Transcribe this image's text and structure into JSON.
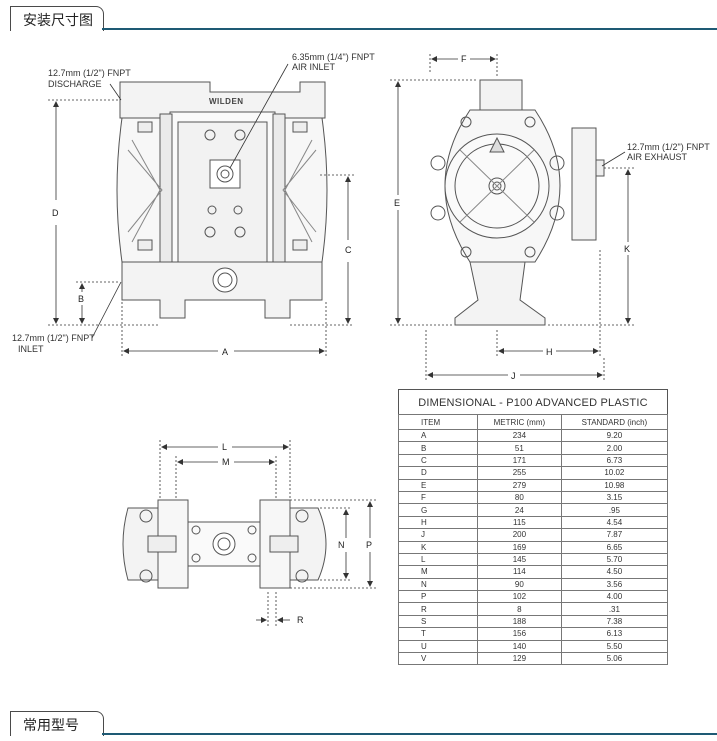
{
  "sections": {
    "install_title": "安装尺寸图",
    "models_title": "常用型号"
  },
  "labels": {
    "discharge": [
      "12.7mm (1/2\") FNPT",
      "DISCHARGE"
    ],
    "air_inlet": [
      "6.35mm (1/4\") FNPT",
      "AIR INLET"
    ],
    "inlet": [
      "12.7mm (1/2\") FNPT",
      "INLET"
    ],
    "air_exhaust": [
      "12.7mm (1/2\") FNPT",
      "AIR EXHAUST"
    ],
    "brand": "WILDEN"
  },
  "dim_letters": {
    "A": "A",
    "B": "B",
    "C": "C",
    "D": "D",
    "E": "E",
    "F": "F",
    "H": "H",
    "J": "J",
    "K": "K",
    "L": "L",
    "M": "M",
    "N": "N",
    "P": "P",
    "R": "R"
  },
  "table": {
    "title": "DIMENSIONAL - P100 ADVANCED  PLASTIC",
    "headers": [
      "ITEM",
      "METRIC (mm)",
      "STANDARD (inch)"
    ],
    "rows": [
      [
        "A",
        "234",
        "9.20"
      ],
      [
        "B",
        "51",
        "2.00"
      ],
      [
        "C",
        "171",
        "6.73"
      ],
      [
        "D",
        "255",
        "10.02"
      ],
      [
        "E",
        "279",
        "10.98"
      ],
      [
        "F",
        "80",
        "3.15"
      ],
      [
        "G",
        "24",
        ".95"
      ],
      [
        "H",
        "115",
        "4.54"
      ],
      [
        "J",
        "200",
        "7.87"
      ],
      [
        "K",
        "169",
        "6.65"
      ],
      [
        "L",
        "145",
        "5.70"
      ],
      [
        "M",
        "114",
        "4.50"
      ],
      [
        "N",
        "90",
        "3.56"
      ],
      [
        "P",
        "102",
        "4.00"
      ],
      [
        "R",
        "8",
        ".31"
      ],
      [
        "S",
        "188",
        "7.38"
      ],
      [
        "T",
        "156",
        "6.13"
      ],
      [
        "U",
        "140",
        "5.50"
      ],
      [
        "V",
        "129",
        "5.06"
      ]
    ]
  }
}
